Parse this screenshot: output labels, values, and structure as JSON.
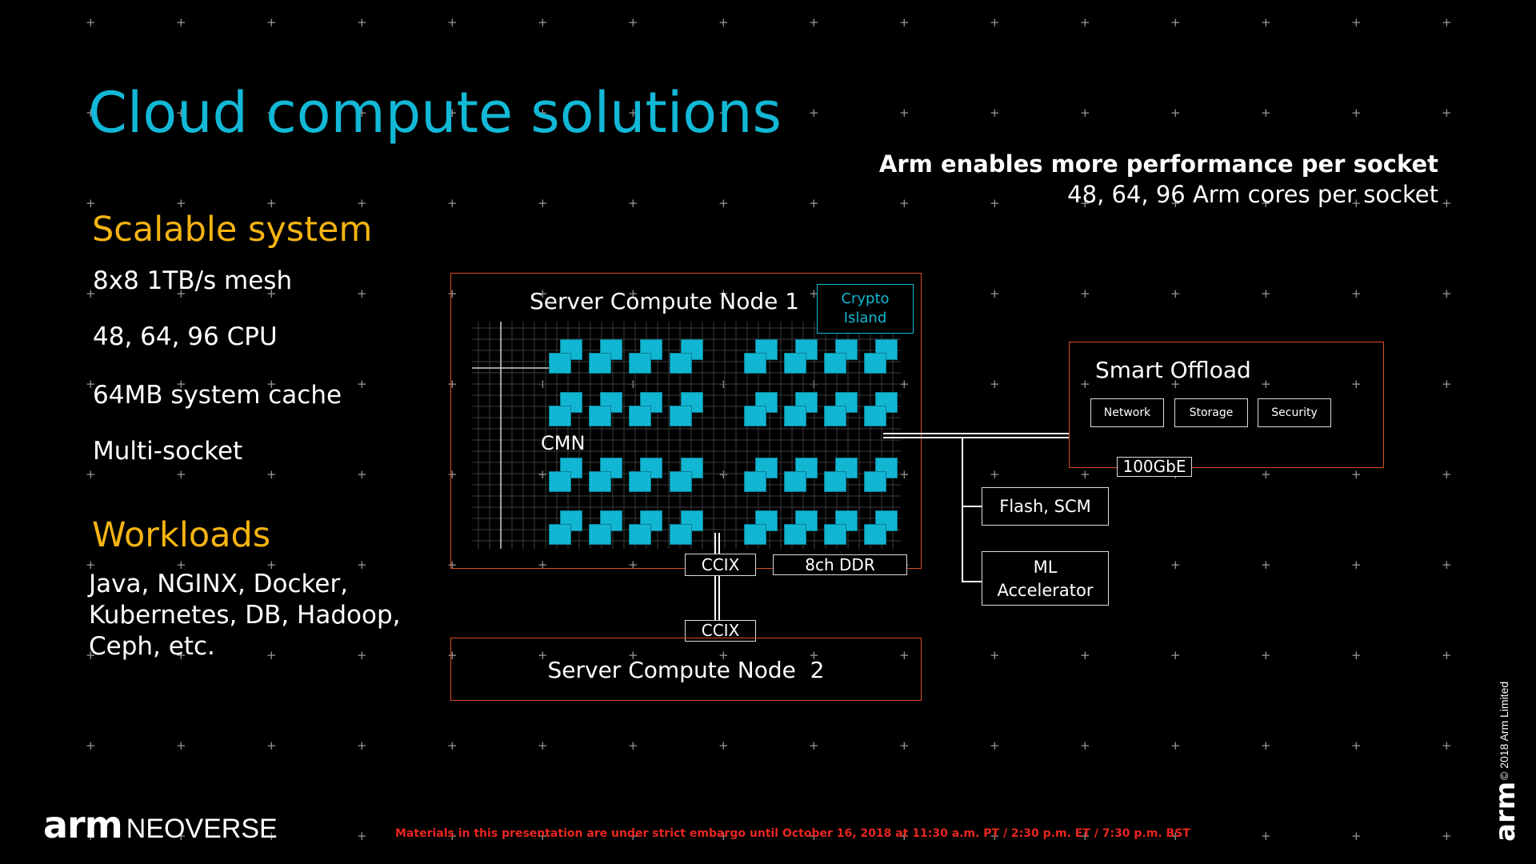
{
  "slide": {
    "title": "Cloud compute solutions",
    "performance_heading": "Arm enables more performance per socket",
    "performance_sub": "48, 64, 96 Arm cores per socket"
  },
  "scalable": {
    "heading": "Scalable system",
    "items": [
      "8x8 1TB/s mesh",
      "48, 64, 96 CPU",
      "64MB system cache",
      "Multi-socket"
    ]
  },
  "workloads": {
    "heading": "Workloads",
    "text": "Java, NGINX, Docker, Kubernetes, DB, Hadoop, Ceph, etc."
  },
  "diagram": {
    "node1_label": "Server Compute Node 1",
    "crypto_label": "Crypto Island",
    "cmn_label": "CMN",
    "ccix_top": "CCIX",
    "ddr_label": "8ch DDR",
    "ccix_bottom": "CCIX",
    "node2_label": "Server Compute Node  2",
    "smart_offload": "Smart Offload",
    "offload_items": [
      "Network",
      "Storage",
      "Security"
    ],
    "gbe_label": "100GbE",
    "flash_label": "Flash, SCM",
    "ml_label": "ML Accelerator",
    "core_color": "#11b6d3",
    "border_color": "#d4501f"
  },
  "footer": {
    "logo_arm": "arm",
    "logo_neoverse": "NEOVERSE",
    "embargo": "Materials in this presentation are under strict embargo until October 16, 2018 at 11:30 a.m. PT / 2:30 p.m. ET / 7:30 p.m. BST",
    "copyright": "© 2018 Arm Limited",
    "side_logo": "arm"
  },
  "colors": {
    "title": "#12b8d6",
    "heading": "#f5b411",
    "embargo": "#e8261f"
  }
}
